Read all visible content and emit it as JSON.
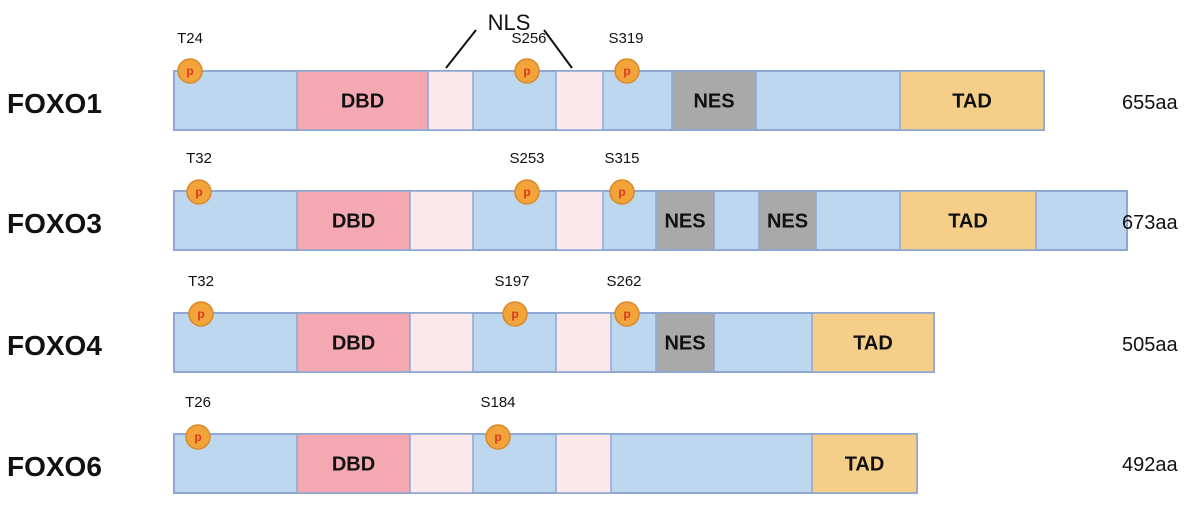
{
  "colors": {
    "backbone": "#bcd7ee",
    "border": "#8ea7d3",
    "DBD": "#f4a8b1",
    "NLS": "#fbe8ea",
    "NES": "#a9a9a9",
    "TAD": "#f5cf8a",
    "phospho_fill": "#f2a33a",
    "phospho_stroke": "#d98a2b",
    "phospho_text": "#d83a1f"
  },
  "nls_label": "NLS",
  "phospho_symbol": "p",
  "proteins": [
    {
      "name": "FOXO1",
      "length": "655aa",
      "domains": [
        {
          "type": "DBD",
          "label": "DBD"
        },
        {
          "type": "NLS",
          "label": ""
        },
        {
          "type": "NLS",
          "label": ""
        },
        {
          "type": "NES",
          "label": "NES"
        },
        {
          "type": "TAD",
          "label": "TAD"
        }
      ],
      "sites": [
        "T24",
        "S256",
        "S319"
      ]
    },
    {
      "name": "FOXO3",
      "length": "673aa",
      "domains": [
        {
          "type": "DBD",
          "label": "DBD"
        },
        {
          "type": "NLS",
          "label": ""
        },
        {
          "type": "NLS",
          "label": ""
        },
        {
          "type": "NES",
          "label": "NES"
        },
        {
          "type": "NES",
          "label": "NES"
        },
        {
          "type": "TAD",
          "label": "TAD"
        }
      ],
      "sites": [
        "T32",
        "S253",
        "S315"
      ]
    },
    {
      "name": "FOXO4",
      "length": "505aa",
      "domains": [
        {
          "type": "DBD",
          "label": "DBD"
        },
        {
          "type": "NLS",
          "label": ""
        },
        {
          "type": "NLS",
          "label": ""
        },
        {
          "type": "NES",
          "label": "NES"
        },
        {
          "type": "TAD",
          "label": "TAD"
        }
      ],
      "sites": [
        "T32",
        "S197",
        "S262"
      ]
    },
    {
      "name": "FOXO6",
      "length": "492aa",
      "domains": [
        {
          "type": "DBD",
          "label": "DBD"
        },
        {
          "type": "NLS",
          "label": ""
        },
        {
          "type": "NLS",
          "label": ""
        },
        {
          "type": "TAD",
          "label": "TAD"
        }
      ],
      "sites": [
        "T26",
        "S184"
      ]
    }
  ]
}
